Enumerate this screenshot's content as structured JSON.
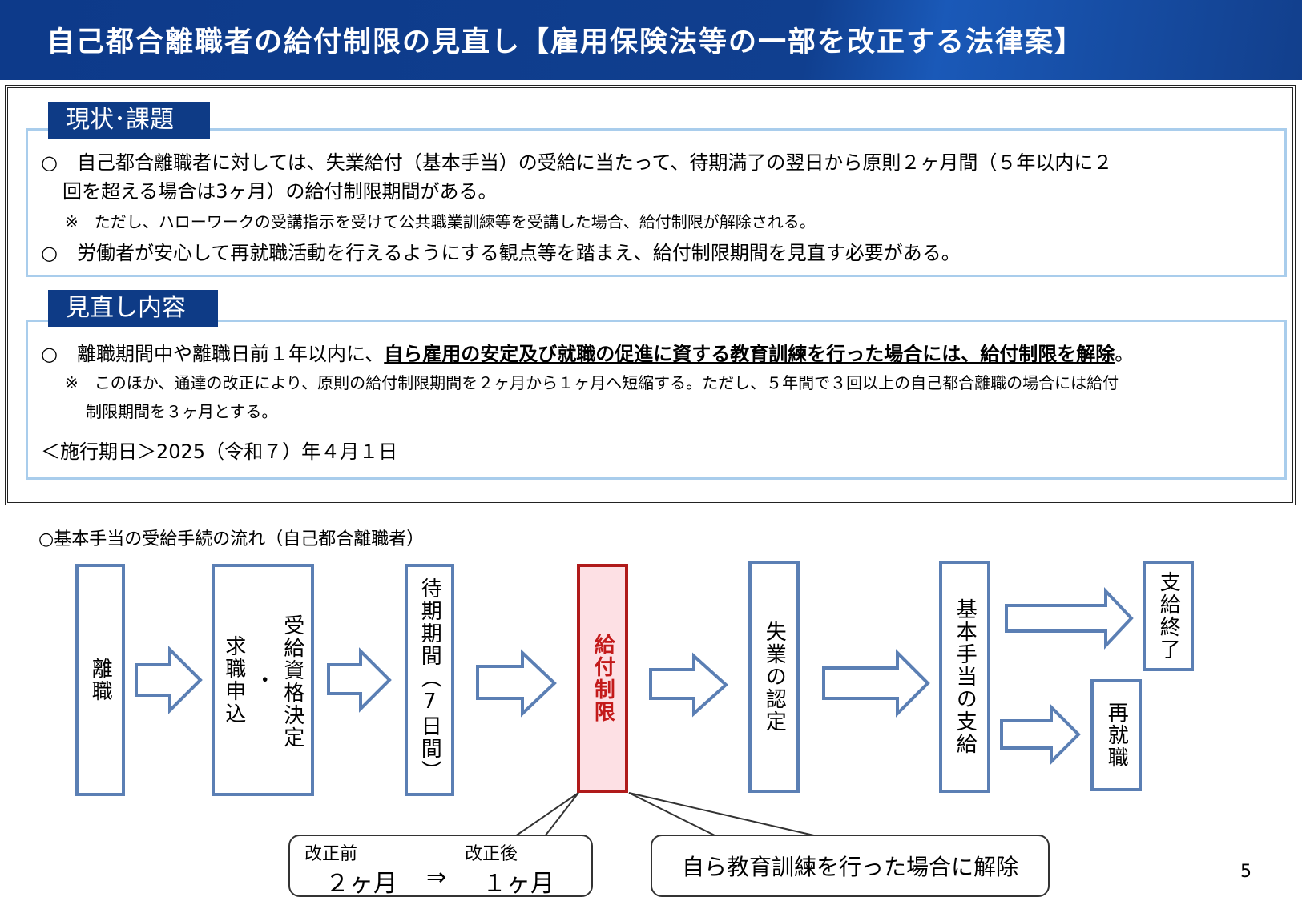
{
  "header": {
    "title": "自己都合離職者の給付制限の見直し【雇用保険法等の一部を改正する法律案】"
  },
  "current": {
    "tab": "現状･課題",
    "b1_line1": "○　自己都合離職者に対しては、失業給付（基本手当）の受給に当たって、待期満了の翌日から原則２ヶ月間（５年以内に２",
    "b1_line2": "回を超える場合は3ヶ月）の給付制限期間がある。",
    "note1": "※　ただし、ハローワークの受講指示を受けて公共職業訓練等を受講した場合、給付制限が解除される。",
    "b2": "○　労働者が安心して再就職活動を行えるようにする観点等を踏まえ、給付制限期間を見直す必要がある。"
  },
  "revision": {
    "tab": "見直し内容",
    "b1_pre": "○　離職期間中や離職日前１年以内に、",
    "b1_bold": "自ら雇用の安定及び就職の促進に資する教育訓練を行った場合には、給付制限を解除",
    "b1_post": "。",
    "note_line1": "※　このほか、通達の改正により、原則の給付制限期間を２ヶ月から１ヶ月へ短縮する。ただし、５年間で３回以上の自己都合離職の場合には給付",
    "note_line2": "制限期間を３ヶ月とする。",
    "effective": "＜施行期日＞2025（令和７）年４月１日"
  },
  "flow": {
    "caption": "○基本手当の受給手続の流れ（自己都合離職者）",
    "box1": "離職",
    "box2_col1": "受給資格決定",
    "box2_dot": "・",
    "box2_col2": "求職申込",
    "box3": "待期期間（7日間）",
    "box4": "給付制限",
    "box5": "失業の認定",
    "box6": "基本手当の支給",
    "box7": "支給終了",
    "box8": "再就職"
  },
  "callout_left": {
    "before_label": "改正前",
    "after_label": "改正後",
    "before_value": "２ヶ月",
    "arrow": "⇒",
    "after_value": "１ヶ月"
  },
  "callout_right": {
    "text": "自ら教育訓練を行った場合に解除"
  },
  "page_number": "5",
  "colors": {
    "header_bg": "#0e3b86",
    "panel_border": "#a9cdec",
    "flow_border": "#5b7fb4",
    "highlight_border": "#b01a1a",
    "highlight_fill": "#fde0e4"
  }
}
